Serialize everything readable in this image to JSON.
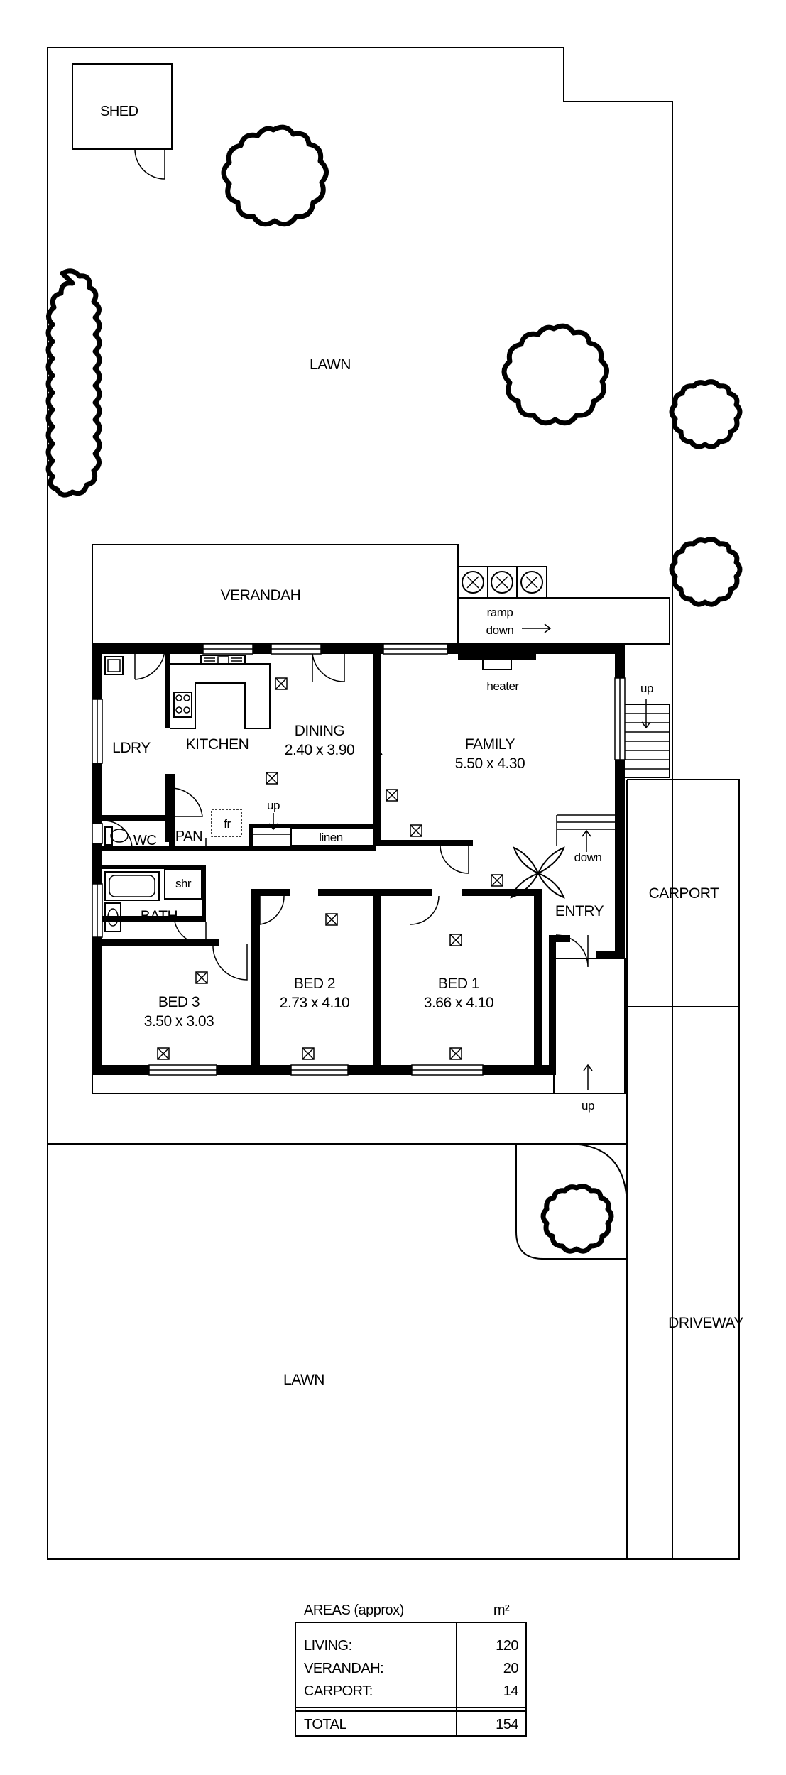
{
  "labels": {
    "shed": "SHED",
    "lawn_top": "LAWN",
    "verandah": "VERANDAH",
    "ramp": "ramp",
    "ramp_down": "down",
    "up_right": "up",
    "heater": "heater",
    "laundry": "LDRY",
    "kitchen": "KITCHEN",
    "dining": "DINING",
    "dining_size": "2.40 x 3.90",
    "family": "FAMILY",
    "family_size": "5.50 x 4.30",
    "wc": "WC",
    "pantry": "PAN",
    "fridge": "fr",
    "up_inner": "up",
    "linen": "linen",
    "shower": "shr",
    "bath": "BATH",
    "down_entry": "down",
    "entry": "ENTRY",
    "carport": "CARPORT",
    "bed3": "BED 3",
    "bed3_size": "3.50 x 3.03",
    "bed2": "BED 2",
    "bed2_size": "2.73 x 4.10",
    "bed1": "BED 1",
    "bed1_size": "3.66 x 4.10",
    "up_front": "up",
    "driveway": "DRIVEWAY",
    "lawn_bottom": "LAWN"
  },
  "areas": {
    "header": "AREAS (approx)",
    "unit": "m²",
    "rows": [
      {
        "label": "LIVING:",
        "value": "120"
      },
      {
        "label": "VERANDAH:",
        "value": "20"
      },
      {
        "label": "CARPORT:",
        "value": "14"
      }
    ],
    "total_label": "TOTAL",
    "total_value": "154"
  }
}
